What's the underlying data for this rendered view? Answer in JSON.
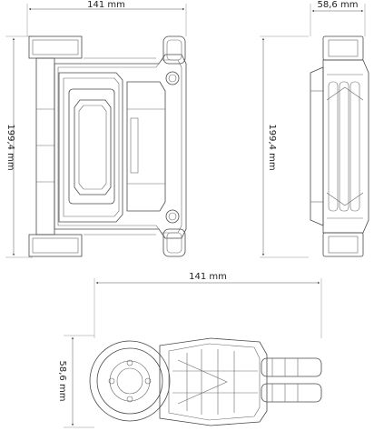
{
  "dimensions": {
    "front_width": "141 mm",
    "front_height": "199,4 mm",
    "side_depth": "58,6 mm",
    "side_height": "199,4 mm",
    "bottom_width": "141 mm",
    "bottom_depth": "58,6 mm"
  }
}
